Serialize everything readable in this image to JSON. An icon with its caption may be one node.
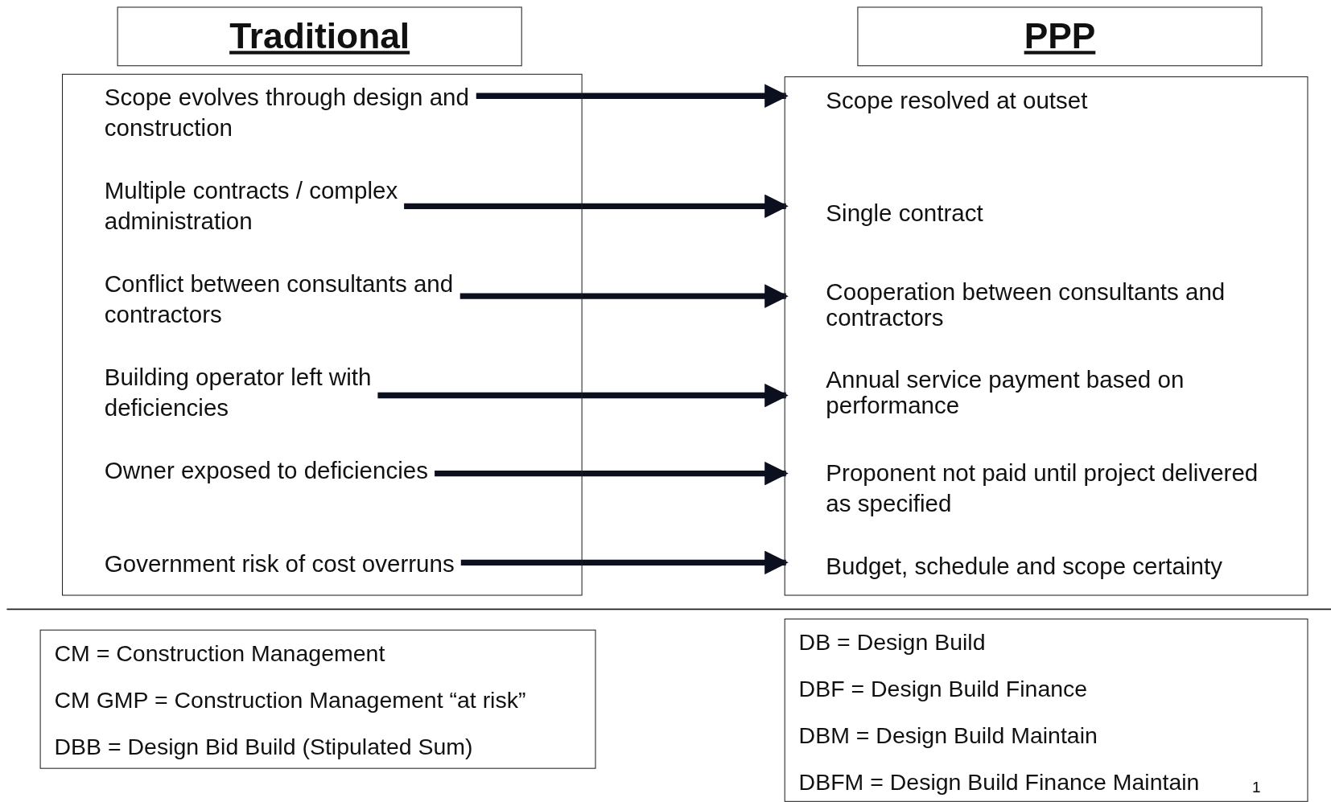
{
  "diagram": {
    "nodes": [
      {
        "text": [
          "Traditional"
        ]
      },
      {
        "text": [
          "PPP"
        ]
      },
      {
        "text": [],
        "shape": "box"
      },
      {
        "text": [
          "Scope evolves through design and construction"
        ],
        "in": 2
      },
      {
        "text": [
          "Multiple contracts / complex administration"
        ],
        "in": 2
      },
      {
        "text": [
          "Conflict between consultants and contractors"
        ],
        "in": 2
      },
      {
        "text": [
          "Building operator left with deficiencies"
        ],
        "in": 2
      },
      {
        "text": [
          "Owner exposed to deficiencies"
        ],
        "in": 2
      },
      {
        "text": [
          "Government risk of cost overruns"
        ],
        "in": 2
      },
      {
        "text": [],
        "shape": "box"
      },
      {
        "text": [
          "Scope resolved at outset"
        ],
        "in": 9
      },
      {
        "text": [
          "Single contract"
        ],
        "in": 9
      },
      {
        "text": [
          "Cooperation between consultants and contractors"
        ],
        "in": 9
      },
      {
        "text": [
          "Annual service payment based on performance"
        ],
        "in": 9
      },
      {
        "text": [
          "Proponent not paid until project delivered as specified"
        ],
        "in": 9
      },
      {
        "text": [
          "Budget, schedule and scope certainty"
        ],
        "in": 9
      },
      {
        "text": [
          "CM = Construction Management",
          "CM GMP = Construction Management “at risk”",
          "DBB = Design Bid Build (Stipulated Sum)"
        ]
      },
      {
        "text": [
          "DB = Design Build",
          "DBF = Design Build Finance",
          "DBM = Design Build Maintain",
          "DBFM = Design Build Finance Maintain"
        ]
      }
    ],
    "edges": [
      {
        "from": 3,
        "to": 10,
        "arrow": "to"
      },
      {
        "from": 4,
        "to": 11,
        "arrow": "to"
      },
      {
        "from": 5,
        "to": 12,
        "arrow": "to"
      },
      {
        "from": 6,
        "to": 13,
        "arrow": "to"
      },
      {
        "from": 7,
        "to": 14,
        "arrow": "to"
      },
      {
        "from": 8,
        "to": 15,
        "arrow": "to"
      }
    ],
    "labels": [
      "1"
    ]
  }
}
